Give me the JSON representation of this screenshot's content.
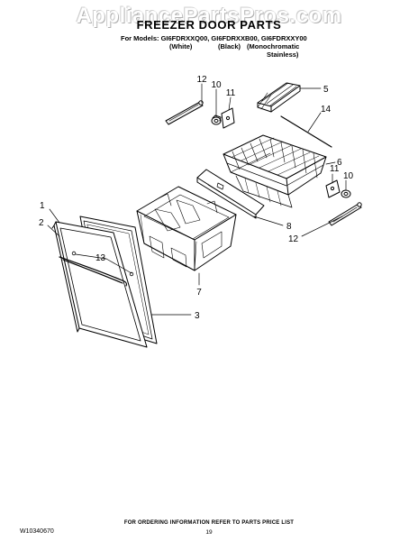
{
  "watermark": "AppliancePartsPros.com",
  "header": {
    "title": "FREEZER DOOR PARTS",
    "models_line": "For Models: GI6FDRXXQ00, GI6FDRXXB00, GI6FDRXXY00",
    "variants": [
      "(White)",
      "(Black)",
      "(Monochromatic",
      "Stainless)"
    ]
  },
  "callouts": {
    "c1": "1",
    "c2": "2",
    "c3": "3",
    "c5": "5",
    "c6": "6",
    "c7": "7",
    "c8": "8",
    "c10a": "10",
    "c10b": "10",
    "c11a": "11",
    "c11b": "11",
    "c12a": "12",
    "c12b": "12",
    "c13": "13",
    "c14": "14"
  },
  "footer": {
    "note": "FOR ORDERING INFORMATION REFER TO PARTS PRICE LIST",
    "doc_number": "W10340670",
    "page_number": "19"
  }
}
